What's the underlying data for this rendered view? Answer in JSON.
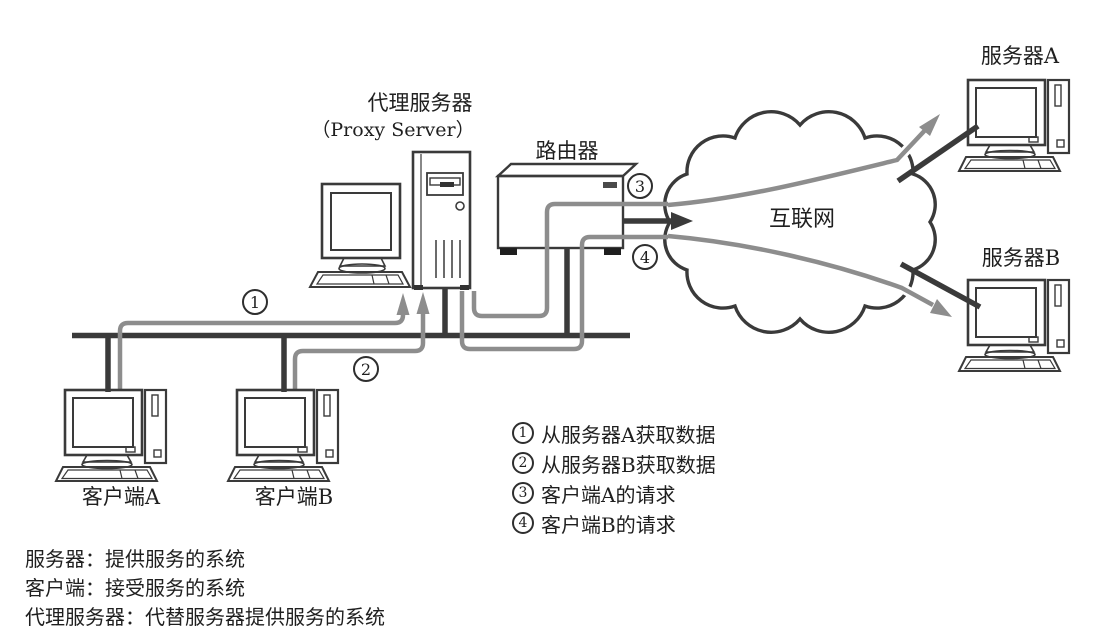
{
  "diagram": {
    "labels": {
      "proxy_cn": "代理服务器",
      "proxy_en": "（Proxy Server）",
      "router": "路由器",
      "internet": "互联网",
      "server_a": "服务器A",
      "server_b": "服务器B",
      "client_a": "客户端A",
      "client_b": "客户端B"
    },
    "marks": [
      {
        "num": "1"
      },
      {
        "num": "2"
      },
      {
        "num": "3"
      },
      {
        "num": "4"
      }
    ],
    "icons": {
      "computer": "desktop-computer-icon",
      "tower": "server-tower-icon",
      "router": "router-box-icon",
      "cloud": "internet-cloud-icon",
      "arrow": "flow-arrow-icon",
      "circled_number": "circled-number-badge"
    }
  },
  "legend": {
    "items": [
      {
        "num": "1",
        "text": "从服务器A获取数据"
      },
      {
        "num": "2",
        "text": "从服务器B获取数据"
      },
      {
        "num": "3",
        "text": "客户端A的请求"
      },
      {
        "num": "4",
        "text": "客户端B的请求"
      }
    ]
  },
  "definitions": {
    "lines": [
      "服务器：提供服务的系统",
      "客户端：接受服务的系统",
      "代理服务器：代替服务器提供服务的系统"
    ]
  },
  "colors": {
    "line_dark": "#3a3a3a",
    "line_gray": "#8d8d8d",
    "screen_fill": "#b4b4b4",
    "cloud_fill": "#d3d3d3",
    "router_fill": "#d9d9d9"
  }
}
